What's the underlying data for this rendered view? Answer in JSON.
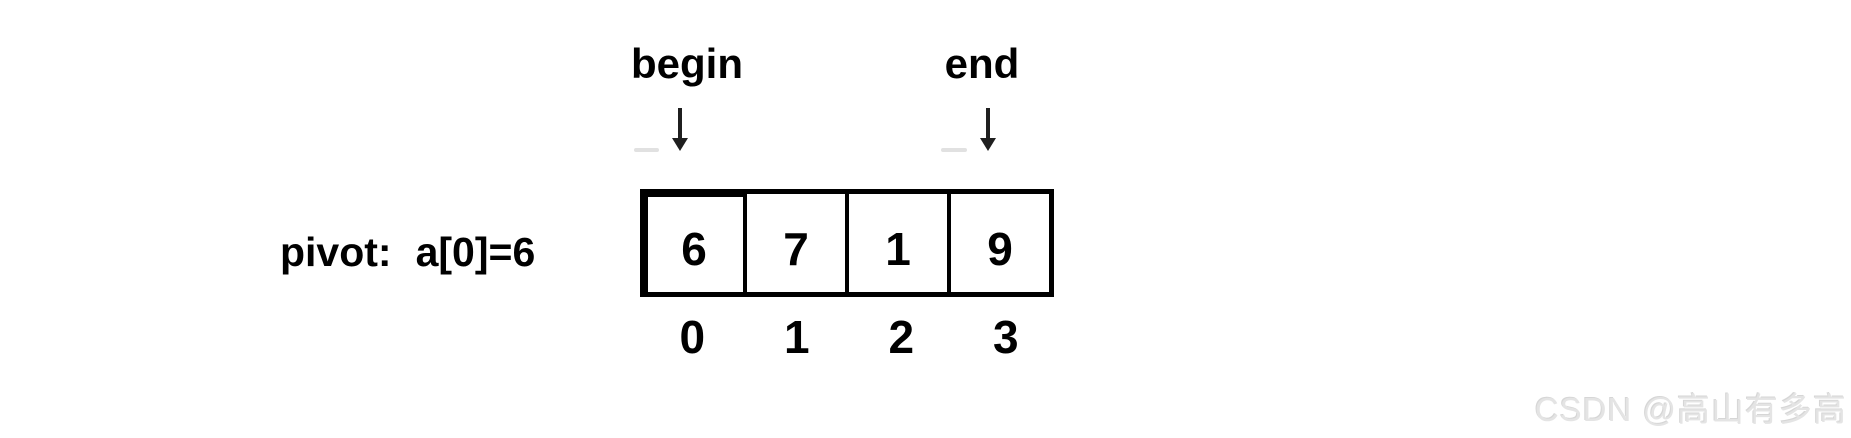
{
  "diagram": {
    "pivot_caption": {
      "label": "pivot:",
      "expression": "a[0]=6"
    },
    "pointers": {
      "begin": {
        "label": "begin",
        "icon": "down-arrow-icon",
        "points_to_index": 0
      },
      "end": {
        "label": "end",
        "icon": "down-arrow-icon",
        "points_to_index": 3
      }
    },
    "array": {
      "values": [
        "6",
        "7",
        "1",
        "9"
      ],
      "indices": [
        "0",
        "1",
        "2",
        "3"
      ],
      "pivot_cell_index": 0
    },
    "colors": {
      "ink": "#000000",
      "arrow": "#1f1f1f",
      "background": "#ffffff",
      "watermark_gray": "#e4e4e4"
    }
  },
  "watermark": {
    "text": "CSDN @高山有多高"
  }
}
